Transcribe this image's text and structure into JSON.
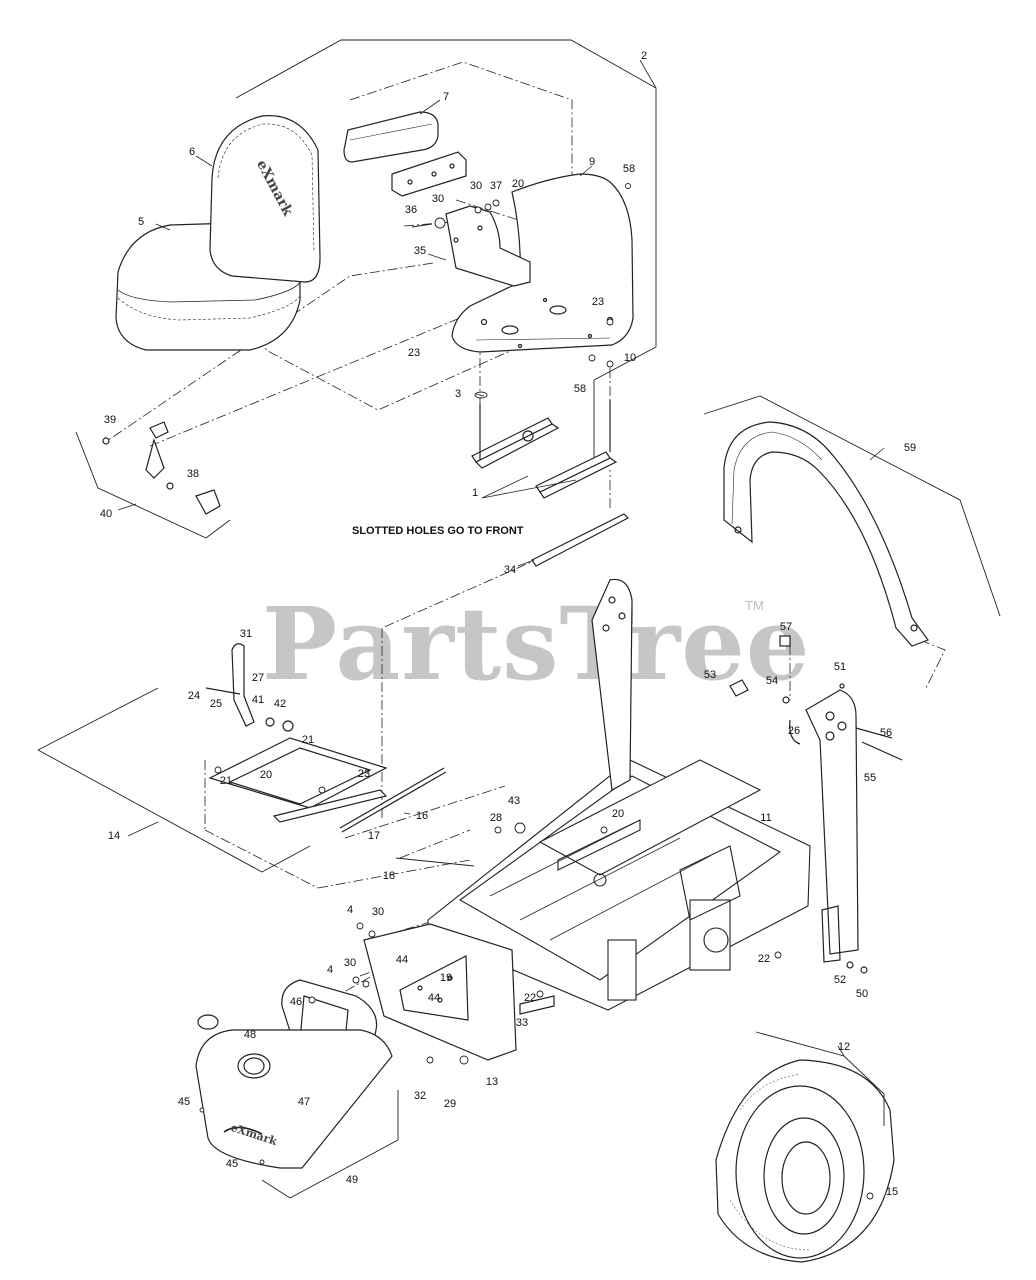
{
  "watermark": {
    "text": "PartsTree",
    "trademark": "TM"
  },
  "note": "SLOTTED HOLES GO TO FRONT",
  "logo_text": "eXmark",
  "callouts": [
    {
      "id": "c2",
      "label": "2"
    },
    {
      "id": "c7",
      "label": "7"
    },
    {
      "id": "c6",
      "label": "6"
    },
    {
      "id": "c9",
      "label": "9"
    },
    {
      "id": "c58a",
      "label": "58"
    },
    {
      "id": "c30a",
      "label": "30"
    },
    {
      "id": "c37",
      "label": "37"
    },
    {
      "id": "c20a",
      "label": "20"
    },
    {
      "id": "c36",
      "label": "36"
    },
    {
      "id": "c30b",
      "label": "30"
    },
    {
      "id": "c5",
      "label": "5"
    },
    {
      "id": "c35",
      "label": "35"
    },
    {
      "id": "c23a",
      "label": "23"
    },
    {
      "id": "c23b",
      "label": "23"
    },
    {
      "id": "c10",
      "label": "10"
    },
    {
      "id": "c58b",
      "label": "58"
    },
    {
      "id": "c3",
      "label": "3"
    },
    {
      "id": "c39",
      "label": "39"
    },
    {
      "id": "c38",
      "label": "38"
    },
    {
      "id": "c40",
      "label": "40"
    },
    {
      "id": "c1",
      "label": "1"
    },
    {
      "id": "c59",
      "label": "59"
    },
    {
      "id": "c34",
      "label": "34"
    },
    {
      "id": "c31",
      "label": "31"
    },
    {
      "id": "c27",
      "label": "27"
    },
    {
      "id": "c24",
      "label": "24"
    },
    {
      "id": "c25",
      "label": "25"
    },
    {
      "id": "c41",
      "label": "41"
    },
    {
      "id": "c42",
      "label": "42"
    },
    {
      "id": "c57",
      "label": "57"
    },
    {
      "id": "c51",
      "label": "51"
    },
    {
      "id": "c53",
      "label": "53"
    },
    {
      "id": "c54",
      "label": "54"
    },
    {
      "id": "c26",
      "label": "26"
    },
    {
      "id": "c56",
      "label": "56"
    },
    {
      "id": "c55",
      "label": "55"
    },
    {
      "id": "c21a",
      "label": "21"
    },
    {
      "id": "c21b",
      "label": "21"
    },
    {
      "id": "c20b",
      "label": "20"
    },
    {
      "id": "c23c",
      "label": "23"
    },
    {
      "id": "c14",
      "label": "14"
    },
    {
      "id": "c16",
      "label": "16"
    },
    {
      "id": "c17",
      "label": "17"
    },
    {
      "id": "c43",
      "label": "43"
    },
    {
      "id": "c28",
      "label": "28"
    },
    {
      "id": "c20c",
      "label": "20"
    },
    {
      "id": "c11",
      "label": "11"
    },
    {
      "id": "c18",
      "label": "18"
    },
    {
      "id": "c4a",
      "label": "4"
    },
    {
      "id": "c30c",
      "label": "30"
    },
    {
      "id": "c4b",
      "label": "4"
    },
    {
      "id": "c30d",
      "label": "30"
    },
    {
      "id": "c44a",
      "label": "44"
    },
    {
      "id": "c19",
      "label": "19"
    },
    {
      "id": "c44b",
      "label": "44"
    },
    {
      "id": "c22a",
      "label": "22"
    },
    {
      "id": "c22b",
      "label": "22"
    },
    {
      "id": "c33",
      "label": "33"
    },
    {
      "id": "c46",
      "label": "46"
    },
    {
      "id": "c48",
      "label": "48"
    },
    {
      "id": "c13",
      "label": "13"
    },
    {
      "id": "c32",
      "label": "32"
    },
    {
      "id": "c29",
      "label": "29"
    },
    {
      "id": "c47",
      "label": "47"
    },
    {
      "id": "c45a",
      "label": "45"
    },
    {
      "id": "c45b",
      "label": "45"
    },
    {
      "id": "c49",
      "label": "49"
    },
    {
      "id": "c52",
      "label": "52"
    },
    {
      "id": "c50",
      "label": "50"
    },
    {
      "id": "c12",
      "label": "12"
    },
    {
      "id": "c15",
      "label": "15"
    }
  ]
}
